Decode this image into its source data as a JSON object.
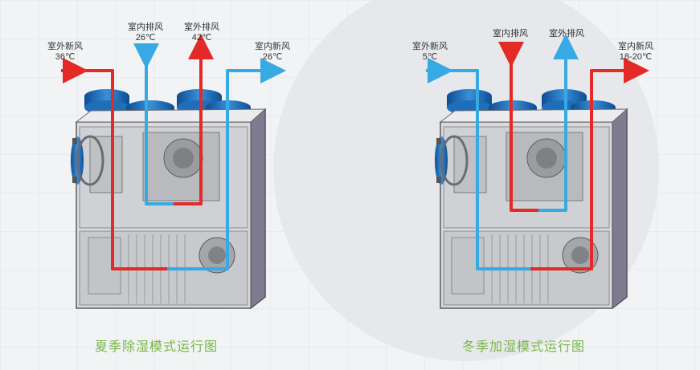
{
  "left_panel": {
    "caption": "夏季除湿模式运行图",
    "labels": {
      "fresh_in_name": "室外新风",
      "fresh_in_temp": "36℃",
      "exhaust_in_name": "室内排风",
      "exhaust_in_temp": "26℃",
      "exhaust_out_name": "室外排风",
      "exhaust_out_temp": "42℃",
      "supply_name": "室内新风",
      "supply_temp": "26℃"
    }
  },
  "right_panel": {
    "caption": "冬季加湿模式运行图",
    "labels": {
      "fresh_in_name": "室外新风",
      "fresh_in_temp": "5℃",
      "exhaust_in_name": "室内排风",
      "exhaust_out_name": "室外排风",
      "supply_name": "室内新风",
      "supply_temp": "18-20℃"
    }
  },
  "colors": {
    "hot": "#e42a27",
    "cold": "#37a9e3",
    "caption": "#7ab648",
    "duct": "#1f6fb8"
  }
}
